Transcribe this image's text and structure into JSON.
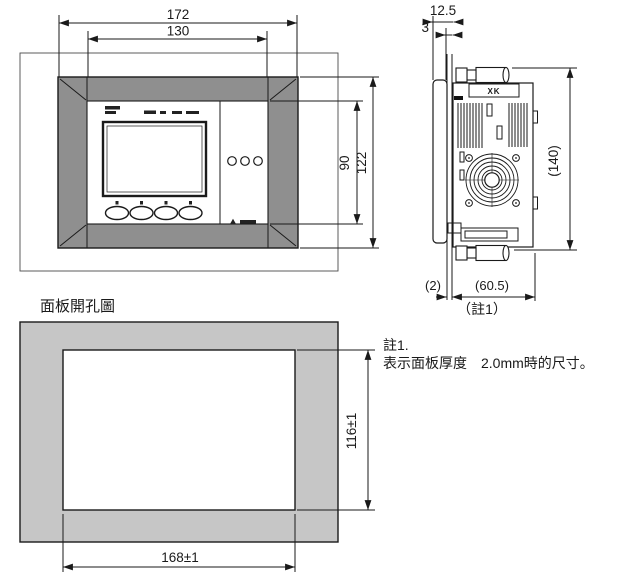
{
  "front_view": {
    "dim_width_outer": "172",
    "dim_width_inner": "130",
    "dim_height_inner": "90",
    "dim_height_outer": "122"
  },
  "side_view": {
    "dim_front_depth": "12.5",
    "dim_gap": "3",
    "dim_height": "(140)",
    "dim_panel_thickness": "(2)",
    "dim_body_depth": "(60.5)",
    "note_ref": "（註1）",
    "device_label": "XK"
  },
  "cutout_view": {
    "title": "面板開孔圖",
    "dim_width": "168±1",
    "dim_height": "116±1"
  },
  "note": {
    "line1": "註1.",
    "line2": "表示面板厚度　2.0mm時的尺寸。"
  },
  "colors": {
    "bezel_gray": "#8f8f8f",
    "panel_gray": "#c6c6c6",
    "line": "#1a1a1a"
  }
}
